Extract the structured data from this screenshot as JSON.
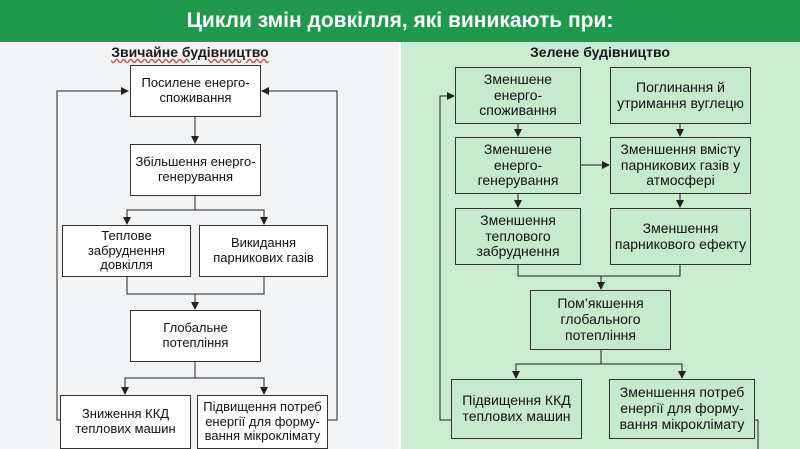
{
  "title": "Цикли змін довкілля, які виникають при:",
  "left": {
    "heading": "Звичайне будівництво",
    "boxes": {
      "energy_use": "Посилене енерго-споживання",
      "energy_gen": "Збільшення енерго-генерування",
      "thermal": "Теплове забруднення довкілля",
      "emission": "Викидання парникових газів",
      "warming": "Глобальне потепління",
      "engines": "Зниження ККД теплових машин",
      "climate": "Підвищення потреб енергії для форму-вання мікроклімату"
    }
  },
  "right": {
    "heading": "Зелене будівництво",
    "boxes": {
      "energy_use": "Зменшене енерго-споживання",
      "absorb": "Поглинання й утримання вуглецю",
      "energy_gen": "Зменшене енерго-генерування",
      "ghg_content": "Зменшення вмісту парникових газів у атмосфері",
      "thermal": "Зменшення теплового забруднення",
      "greenhouse": "Зменшення парникового ефекту",
      "warming": "Пом’якшення глобального потепління",
      "engines": "Підвищення ККД теплових машин",
      "climate": "Зменшення потреб енергії для форму-вання мікроклімату"
    }
  },
  "colors": {
    "header_bg": "#1f9a4c",
    "left_bg": "#f2f4f6",
    "right_bg": "#cbeccf",
    "green_box": "#c6ebcc"
  }
}
